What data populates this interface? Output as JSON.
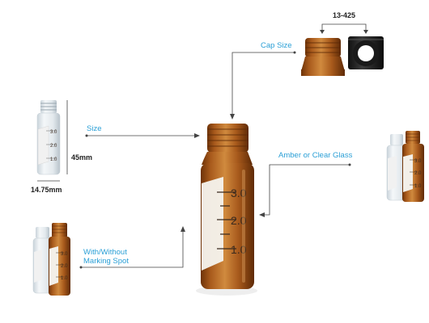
{
  "labels": {
    "cap_size": "Cap Size",
    "thread": "13-425",
    "size": "Size",
    "height": "45mm",
    "diameter": "14.75mm",
    "glass": "Amber or Clear Glass",
    "marking_line1": "With/Without",
    "marking_line2": "Marking Spot"
  },
  "graduations": [
    "3.0",
    "2.0",
    "1.0"
  ],
  "colors": {
    "amber": "#a85a1c",
    "amber_dark": "#6e3308",
    "label_blue": "#2a9fd6",
    "clear_glass": "#e8eef2",
    "cap_black": "#2a2a2a"
  }
}
